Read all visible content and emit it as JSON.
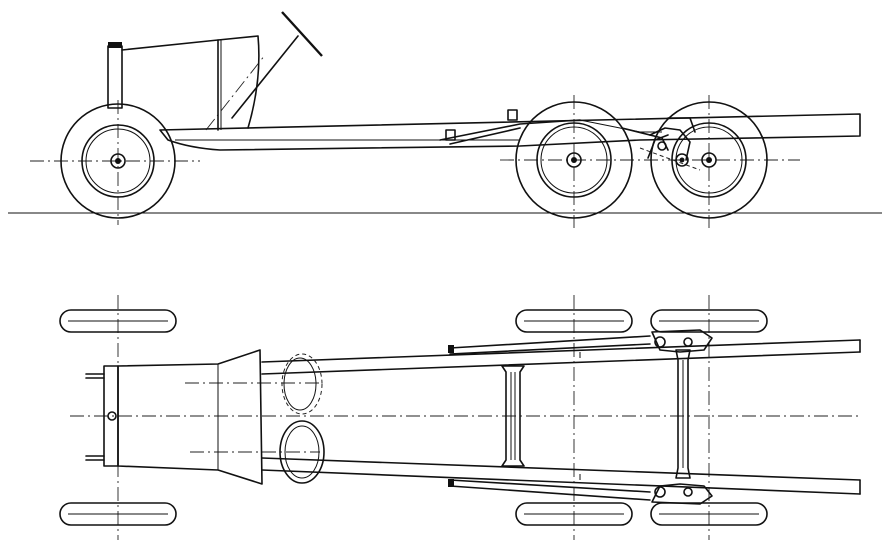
{
  "drawing": {
    "colors": {
      "ink": "#111111",
      "paper": "#ffffff"
    },
    "views": [
      {
        "id": "side-elevation",
        "axles": 3,
        "steering": "front"
      },
      {
        "id": "plan-view",
        "axles": 3,
        "frame": "tapered"
      }
    ]
  }
}
